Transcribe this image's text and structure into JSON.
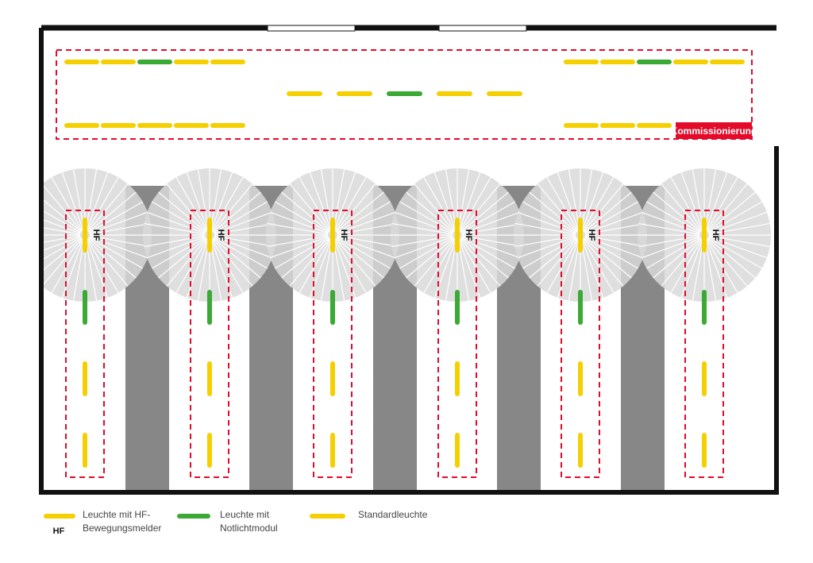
{
  "zone_label": "Kommissionierung",
  "hf_label": "HF",
  "colors": {
    "standard": "#f5d000",
    "emergency": "#3aaa35",
    "zone_border": "#e30a2a",
    "rack": "#878787",
    "detection": "#d9d9d9",
    "wall": "#111111"
  },
  "aisle_count": 6,
  "legend": {
    "hf_text": "Leuchte mit HF-\nBewegungsmelder",
    "emergency_text": "Leuchte mit\nNotlichtmodul",
    "standard_text": "Standardleuchte"
  }
}
